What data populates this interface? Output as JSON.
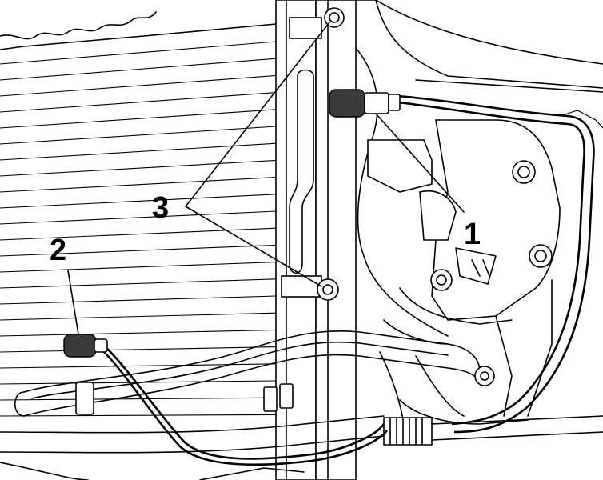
{
  "labels": {
    "sensor_1": "1",
    "sensor_2": "2",
    "bolts_3": "3"
  }
}
